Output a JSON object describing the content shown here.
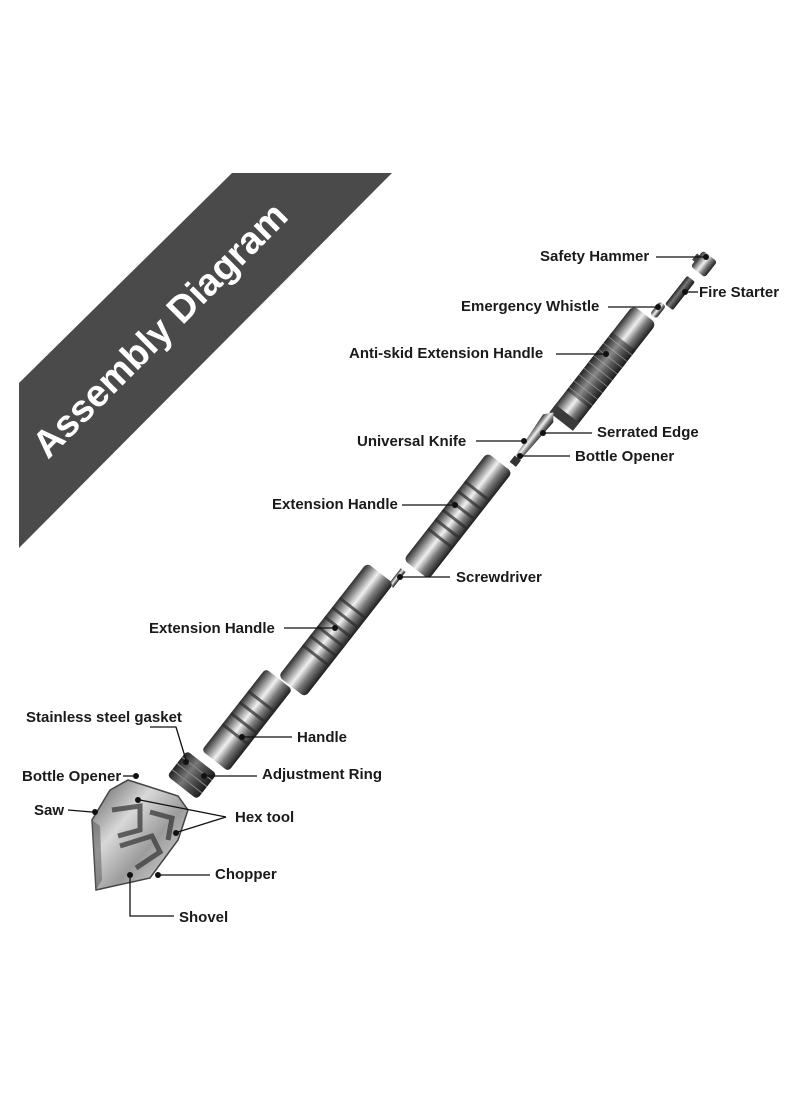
{
  "banner": {
    "title": "Assembly Diagram",
    "color": "#4a4a4a"
  },
  "labels": {
    "safety_hammer": "Safety Hammer",
    "fire_starter": "Fire Starter",
    "emergency_whistle": "Emergency Whistle",
    "anti_skid_extension_handle": "Anti-skid Extension Handle",
    "serrated_edge": "Serrated Edge",
    "universal_knife": "Universal Knife",
    "bottle_opener_top": "Bottle Opener",
    "extension_handle_top": "Extension Handle",
    "screwdriver": "Screwdriver",
    "extension_handle_bottom": "Extension Handle",
    "stainless_steel_gasket": "Stainless steel gasket",
    "handle": "Handle",
    "bottle_opener_bottom": "Bottle Opener",
    "adjustment_ring": "Adjustment Ring",
    "saw": "Saw",
    "hex_tool": "Hex tool",
    "chopper": "Chopper",
    "shovel": "Shovel"
  },
  "colors": {
    "steel_dark": "#3a3a3a",
    "steel_mid": "#8a8a8a",
    "steel_light": "#e6e6e6",
    "text": "#1a1a1a"
  }
}
